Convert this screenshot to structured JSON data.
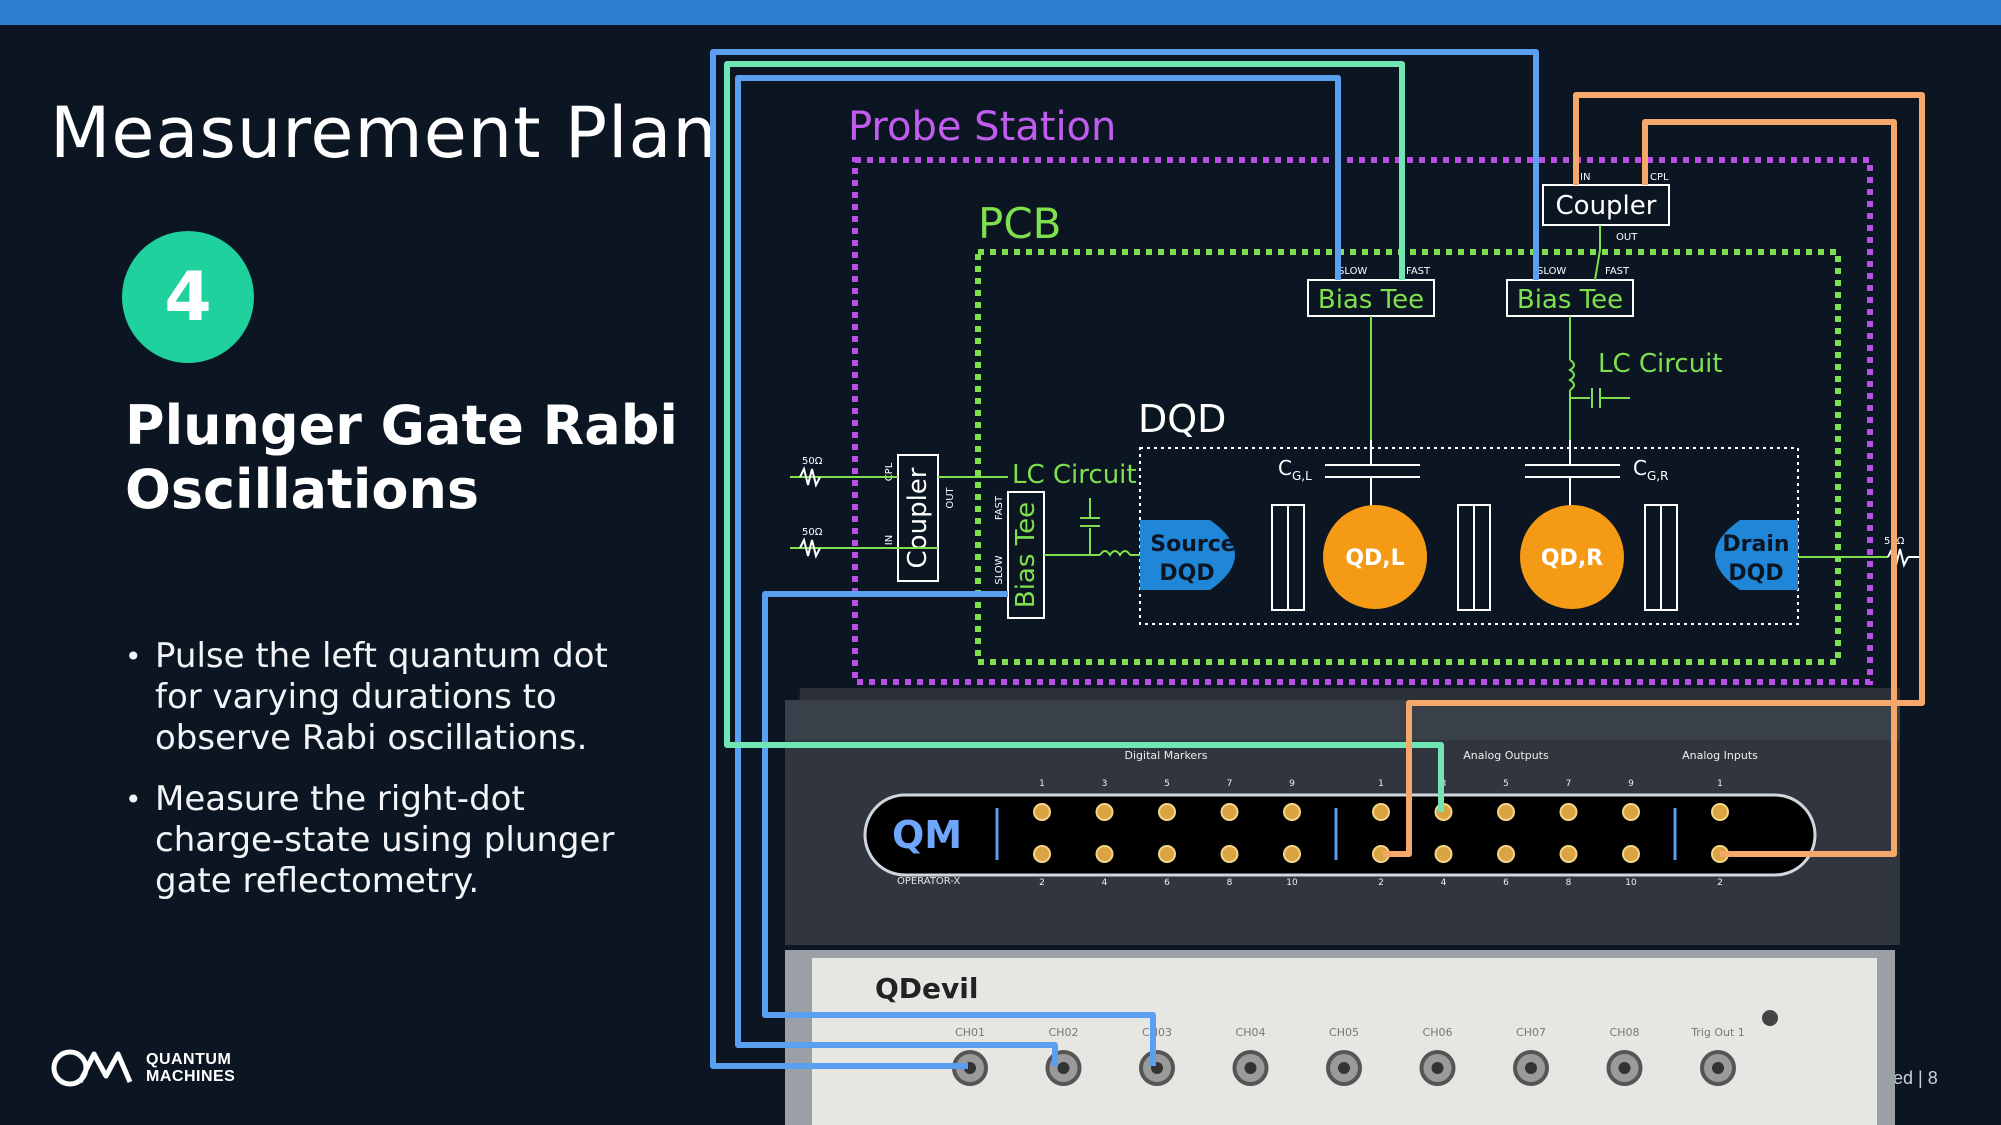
{
  "slide": {
    "title": "Measurement Plan",
    "step_number": "4",
    "subtitle": "Plunger Gate Rabi Oscillations",
    "bullets": [
      "Pulse the left quantum dot for varying durations to observe Rabi oscillations.",
      "Measure the right-dot charge-state using plunger gate reflectometry."
    ],
    "footer": "ed  |  8",
    "logo": {
      "line1": "QUANTUM",
      "line2": "MACHINES"
    }
  },
  "diagram": {
    "probe_station_label": "Probe Station",
    "pcb_label": "PCB",
    "dqd_label": "DQD",
    "coupler_top": {
      "label": "Coupler",
      "in": "IN",
      "cpl": "CPL",
      "out": "OUT"
    },
    "coupler_left": {
      "label": "Coupler",
      "cpl": "CPL",
      "out": "OUT",
      "in": "IN"
    },
    "bias_tee_1": {
      "label": "Bias Tee",
      "slow": "SLOW",
      "fast": "FAST"
    },
    "bias_tee_2": {
      "label": "Bias Tee",
      "slow": "SLOW",
      "fast": "FAST"
    },
    "bias_tee_left": {
      "label": "Bias Tee",
      "fast": "FAST",
      "slow": "SLOW"
    },
    "lc_circuit_right": "LC Circuit",
    "lc_circuit_left": "LC Circuit",
    "resistor_1": "50Ω",
    "resistor_2": "50Ω",
    "resistor_right": "50Ω",
    "cgl_main": "C",
    "cgl_sub": "G,L",
    "cgr_main": "C",
    "cgr_sub": "G,R",
    "source": {
      "line1": "Source",
      "line2": "DQD"
    },
    "drain": {
      "line1": "Drain",
      "line2": "DQD"
    },
    "qdl": "QD,L",
    "qdr": "QD,R"
  },
  "opx": {
    "logo": "QM",
    "model": "OPERATOR-X",
    "digital_markers_label": "Digital Markers",
    "analog_outputs_label": "Analog Outputs",
    "analog_inputs_label": "Analog Inputs",
    "digital_top": [
      "1",
      "3",
      "5",
      "7",
      "9"
    ],
    "digital_bottom": [
      "2",
      "4",
      "6",
      "8",
      "10"
    ],
    "analog_top": [
      "1",
      "3",
      "5",
      "7",
      "9"
    ],
    "analog_bottom": [
      "2",
      "4",
      "6",
      "8",
      "10"
    ],
    "inputs_top": [
      "1"
    ],
    "inputs_bottom": [
      "2"
    ]
  },
  "qdevil": {
    "brand": "QDevil",
    "channels": [
      "CH01",
      "CH02",
      "CH03",
      "CH04",
      "CH05",
      "CH06",
      "CH07",
      "CH08",
      "Trig Out 1"
    ]
  },
  "colors": {
    "wire_blue": "#5b9ff0",
    "wire_green": "#6fe6b3",
    "wire_orange": "#f5a86a",
    "probe_purple": "#b94fe6",
    "pcb_green": "#7ee04e",
    "dot_orange": "#f59a14",
    "reservoir_blue": "#1f86d8",
    "badge_green": "#1fd19c",
    "topbar_blue": "#2e7fd0"
  }
}
